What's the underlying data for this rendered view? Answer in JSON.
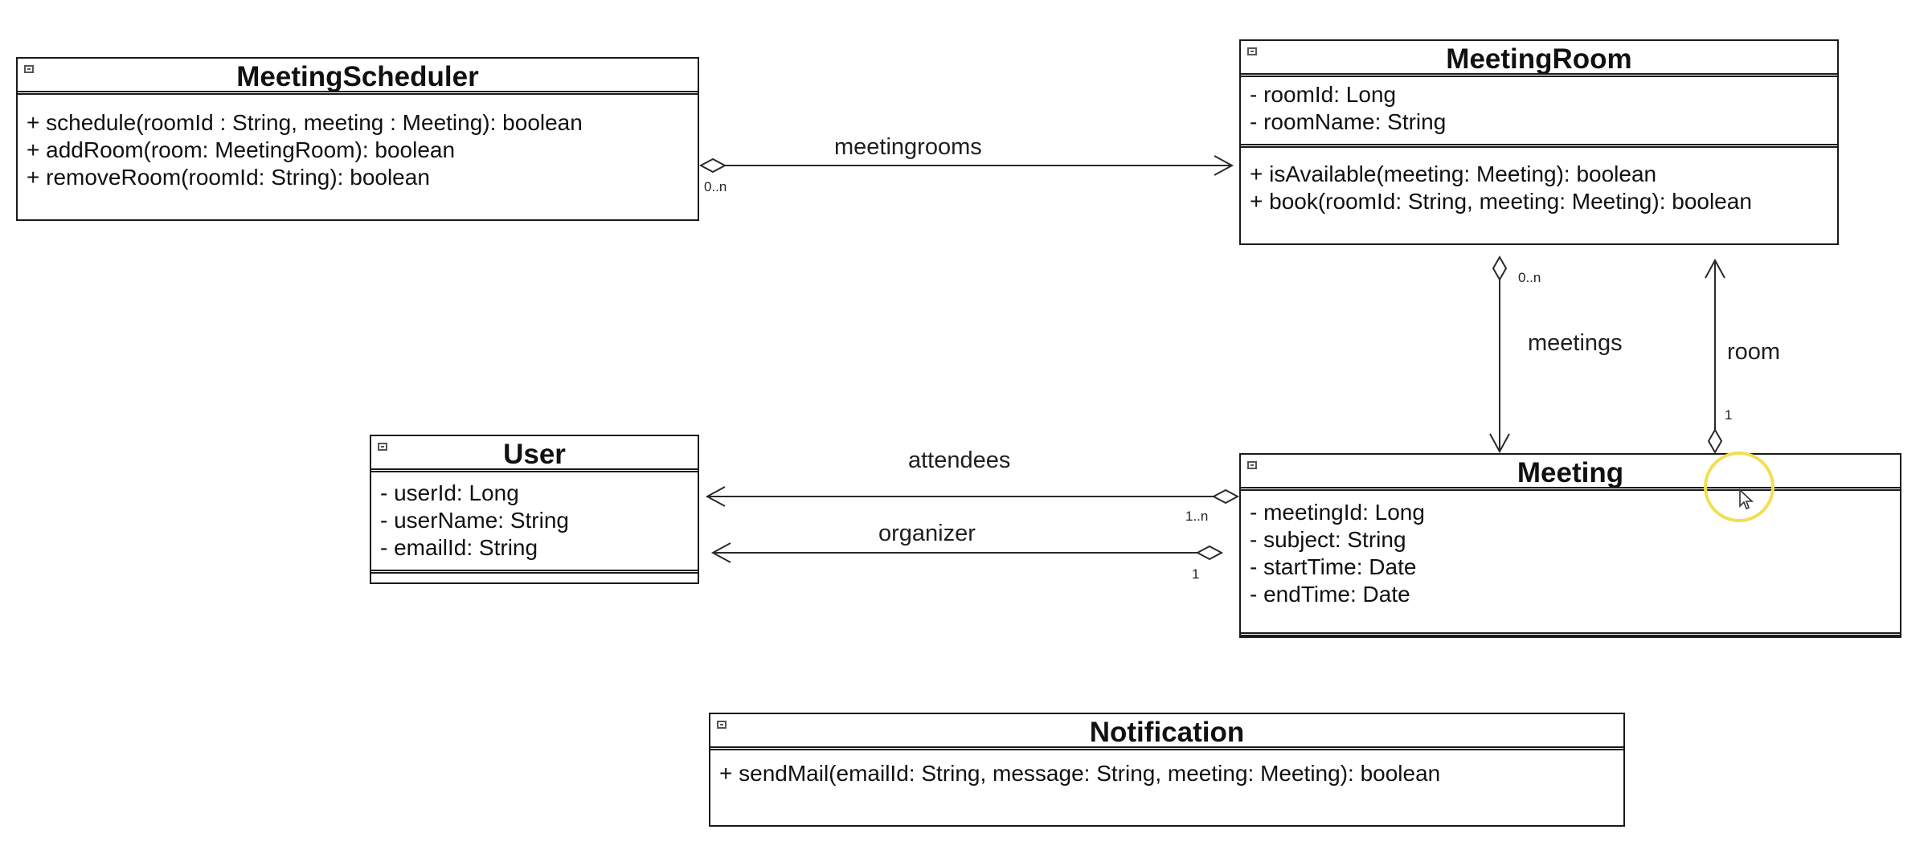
{
  "classes": {
    "scheduler": {
      "name": "MeetingScheduler",
      "attributes": [],
      "operations": [
        "+ schedule(roomId : String, meeting : Meeting): boolean",
        "+ addRoom(room: MeetingRoom): boolean",
        "+ removeRoom(roomId: String): boolean"
      ]
    },
    "room": {
      "name": "MeetingRoom",
      "attributes": [
        "- roomId: Long",
        "- roomName: String"
      ],
      "operations": [
        "+ isAvailable(meeting: Meeting): boolean",
        "+ book(roomId: String, meeting: Meeting): boolean"
      ]
    },
    "user": {
      "name": "User",
      "attributes": [
        "- userId: Long",
        "- userName: String",
        "- emailId: String"
      ],
      "operations": []
    },
    "meeting": {
      "name": "Meeting",
      "attributes": [
        "- meetingId: Long",
        "- subject: String",
        "- startTime: Date",
        "- endTime: Date"
      ],
      "operations": []
    },
    "notification": {
      "name": "Notification",
      "attributes": [],
      "operations": [
        "+ sendMail(emailId: String, message: String, meeting: Meeting): boolean"
      ]
    }
  },
  "associations": {
    "meetingrooms": {
      "label": "meetingrooms",
      "multiplicity": "0..n"
    },
    "meetings": {
      "label": "meetings",
      "multiplicity": "0..n"
    },
    "room": {
      "label": "room",
      "multiplicity": "1"
    },
    "attendees": {
      "label": "attendees",
      "multiplicity": "1..n"
    },
    "organizer": {
      "label": "organizer",
      "multiplicity": "1"
    }
  }
}
